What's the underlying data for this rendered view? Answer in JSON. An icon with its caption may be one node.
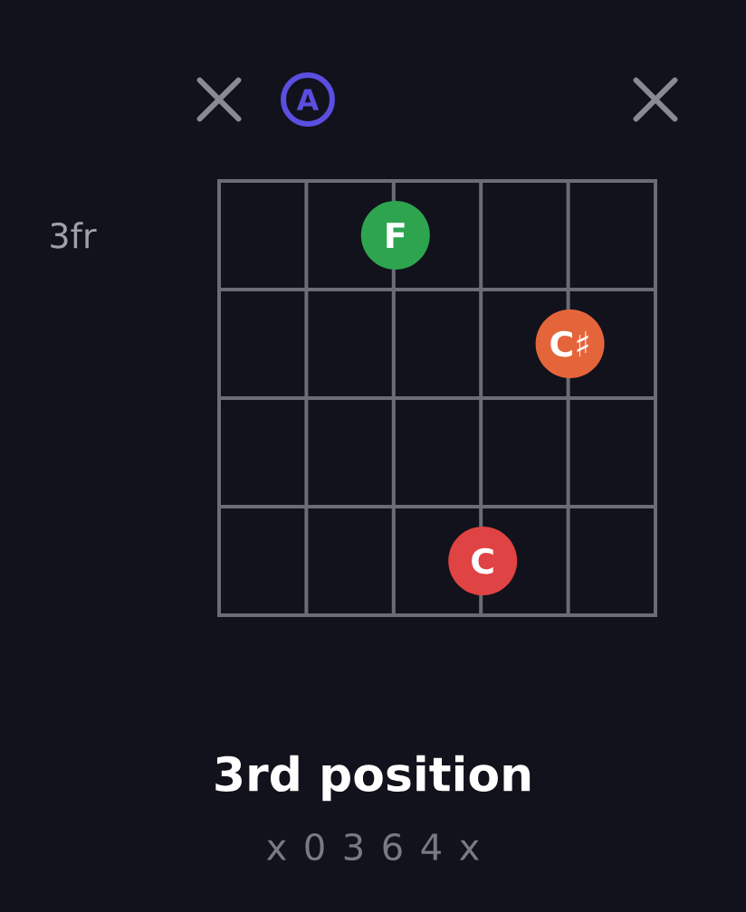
{
  "diagram": {
    "title": "3rd position",
    "nodes": [
      {
        "text": [],
        "shape": "cross"
      },
      {
        "text": [
          "A"
        ]
      },
      {
        "text": [],
        "shape": "cross"
      },
      {
        "text": [
          "F"
        ]
      },
      {
        "text": [
          "C♯"
        ]
      },
      {
        "text": [
          "C"
        ]
      }
    ],
    "labels": [
      "3fr",
      "x 0 3 6 4 x"
    ]
  }
}
